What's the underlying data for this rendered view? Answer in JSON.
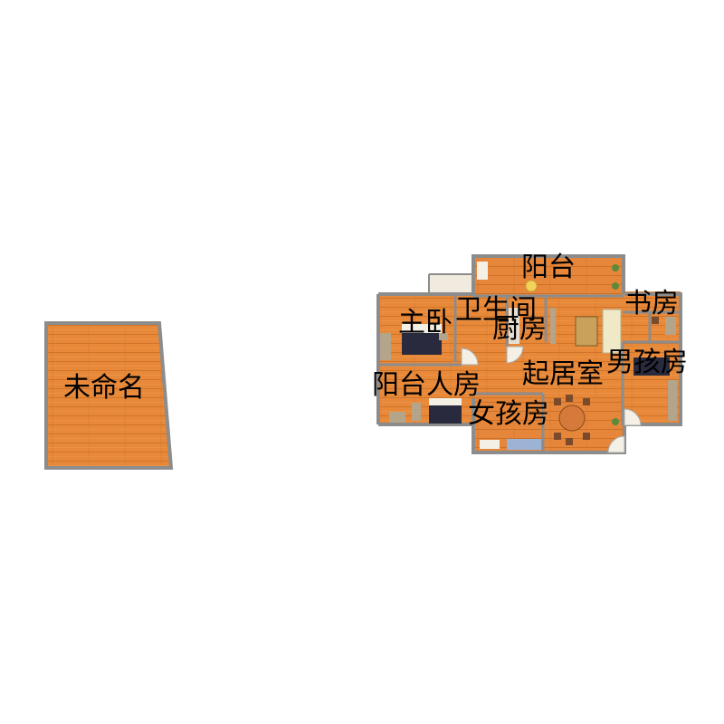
{
  "colors": {
    "floor": "#e8893a",
    "floor_dark": "#c96a22",
    "wall": "#8c8c8c",
    "balcony_floor": "#f1eadf",
    "bed": "#2a2a3e",
    "bed_sheet": "#f4f0e6",
    "furniture": "#b4a48a",
    "rug": "#c9a15a",
    "plant": "#5c8a3a",
    "table": "#d57a3a"
  },
  "labels": {
    "unnamed": "未命名",
    "balcony_top": "阳台",
    "bathroom": "卫生间",
    "master_bedroom": "主卧",
    "kitchen": "厨房",
    "study": "书房",
    "boy_room": "男孩房",
    "living_room": "起居室",
    "balcony_guest": "阳台人房",
    "girl_room": "女孩房"
  }
}
